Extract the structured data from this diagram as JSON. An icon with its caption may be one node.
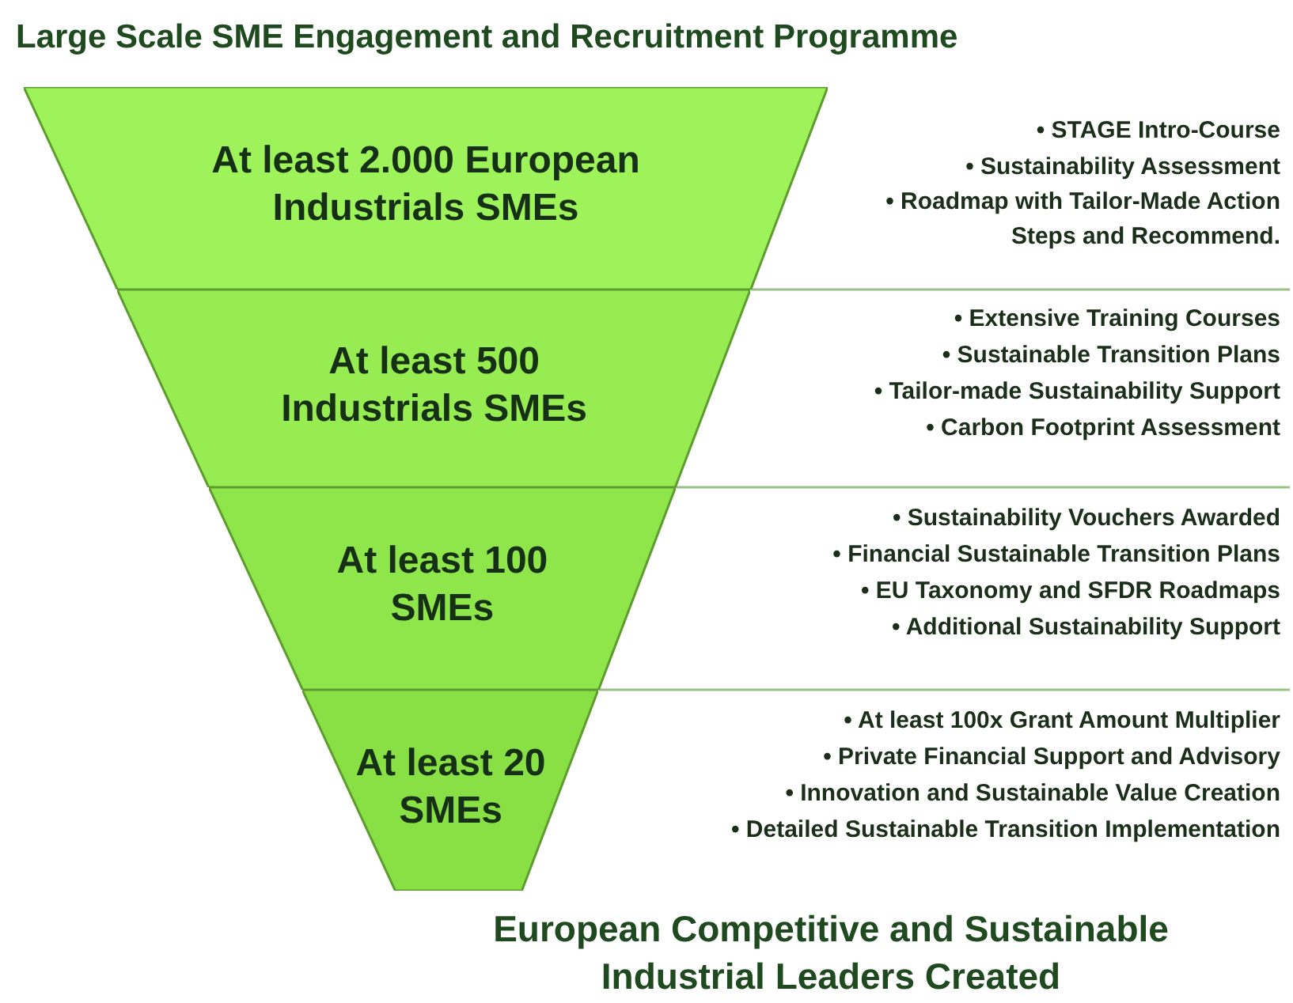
{
  "diagram": {
    "title": "Large Scale SME Engagement and Recruitment Programme",
    "caption": "European Competitive and Sustainable Industrial Leaders Created",
    "nodes": [
      {
        "text": [
          "At least 2.000 European Industrials SMEs"
        ],
        "beside": [
          "• STAGE Intro-Course",
          "• Sustainability Assessment",
          "• Roadmap with Tailor-Made Action Steps and Recommend."
        ]
      },
      {
        "text": [
          "At least 500 Industrials SMEs"
        ],
        "beside": [
          "• Extensive Training Courses",
          "• Sustainable Transition Plans",
          "• Tailor-made Sustainability Support",
          "• Carbon Footprint Assessment"
        ]
      },
      {
        "text": [
          "At least 100 SMEs"
        ],
        "beside": [
          "• Sustainability Vouchers Awarded",
          "• Financial Sustainable Transition Plans",
          "• EU Taxonomy and SFDR Roadmaps",
          "• Additional Sustainability Support"
        ]
      },
      {
        "text": [
          "At least 20 SMEs"
        ],
        "beside": [
          "• At least 100x Grant Amount Multiplier",
          "• Private Financial Support and Advisory",
          "• Innovation and Sustainable Value Creation",
          "• Detailed Sustainable Transition Implementation"
        ]
      }
    ]
  }
}
